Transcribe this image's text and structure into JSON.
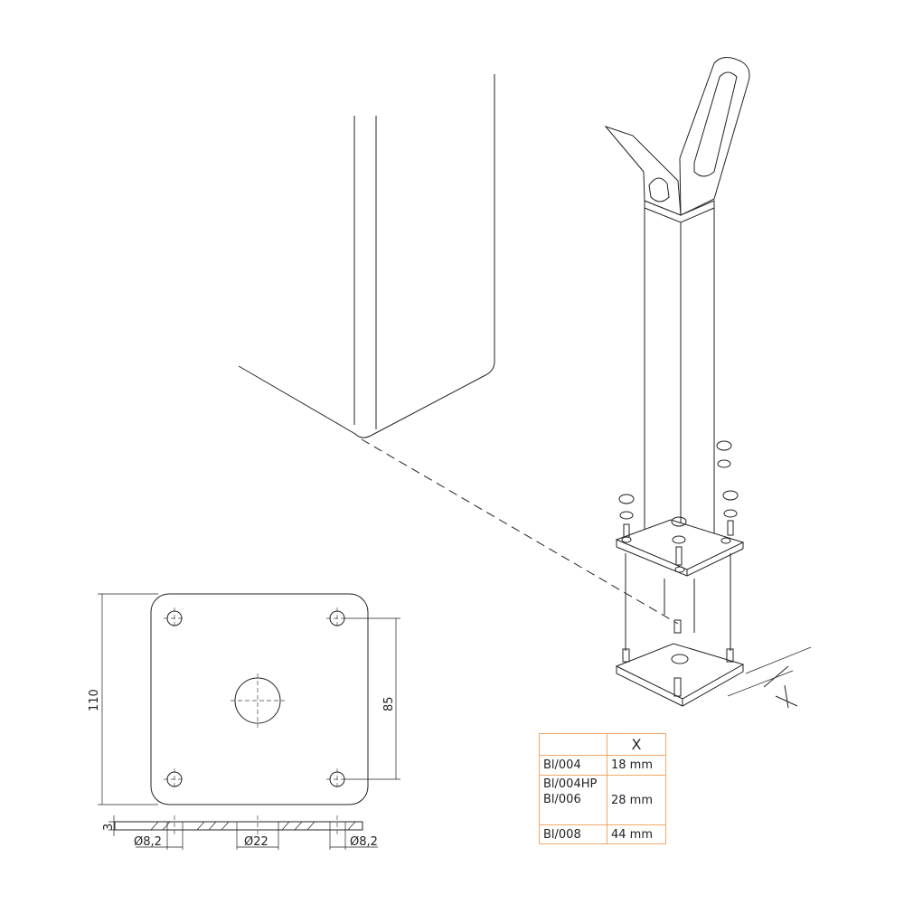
{
  "dimensions": {
    "plate_size": "110",
    "hole_spacing": "85",
    "thickness": "3",
    "hole_left": "Ø8,2",
    "center_hole": "Ø22",
    "hole_right": "Ø8,2",
    "x_label": "X"
  },
  "table": {
    "header": [
      "",
      "X"
    ],
    "rows": [
      {
        "models": [
          "Bl/004"
        ],
        "x": "18 mm"
      },
      {
        "models": [
          "Bl/004HP",
          "Bl/006"
        ],
        "x": "28 mm"
      },
      {
        "models": [
          "Bl/008"
        ],
        "x": "44 mm"
      }
    ]
  },
  "colors": {
    "table_border": "#f0a868",
    "lines": "#222222"
  }
}
